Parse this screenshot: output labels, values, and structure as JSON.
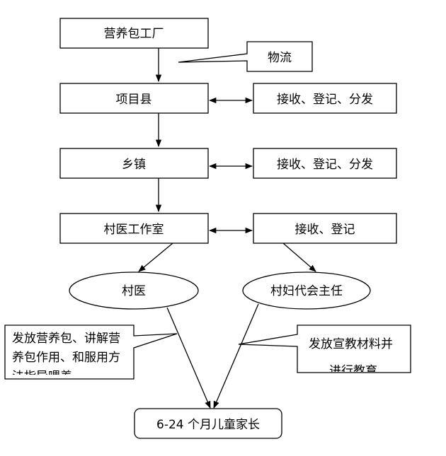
{
  "nodes": {
    "factory": "营养包工厂",
    "logistics": "物流",
    "county": "项目县",
    "county_task": "接收、登记、分发",
    "town": "乡镇",
    "town_task": "接收、登记、分发",
    "clinic": "村医工作室",
    "clinic_task": "接收、登记",
    "doctor": "村医",
    "women_director": "村妇代会主任",
    "doctor_task_line1": "发放营养包、讲解营",
    "doctor_task_line2": "养包作用、和服用方",
    "doctor_task_line3": "法指导喂养",
    "women_task_line1": "发放宣教材料并",
    "women_task_line2": "进行教育",
    "parents": "6-24 个月儿童家长"
  }
}
